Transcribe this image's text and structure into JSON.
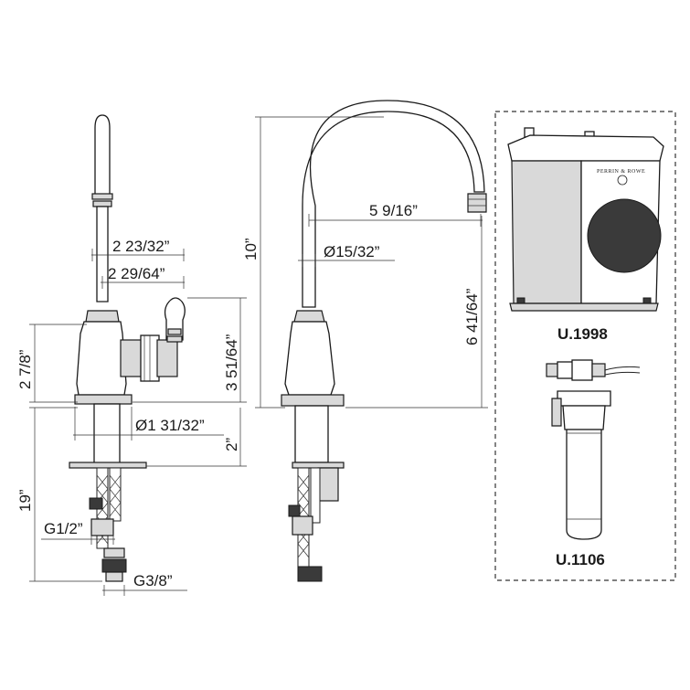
{
  "dimensions": {
    "spout_reach_side": "2 23/32”",
    "handle_offset": "2 29/64”",
    "body_height": "2 7/8”",
    "handle_height": "3 51/64”",
    "base_diameter": "Ø1 31/32”",
    "shank_length": "2”",
    "supply_length": "19”",
    "inlet_thread": "G1/2”",
    "outlet_thread": "G3/8”",
    "total_height": "10”",
    "spout_reach": "5 9/16”",
    "spout_diameter": "Ø15/32”",
    "spout_clearance": "6 41/64”"
  },
  "accessories": [
    {
      "model": "U.1998",
      "brand": "PERRIN & ROWE"
    },
    {
      "model": "U.1106"
    }
  ],
  "colors": {
    "line": "#222222",
    "fill": "#d9d9d9",
    "dark": "#3a3a3a"
  }
}
